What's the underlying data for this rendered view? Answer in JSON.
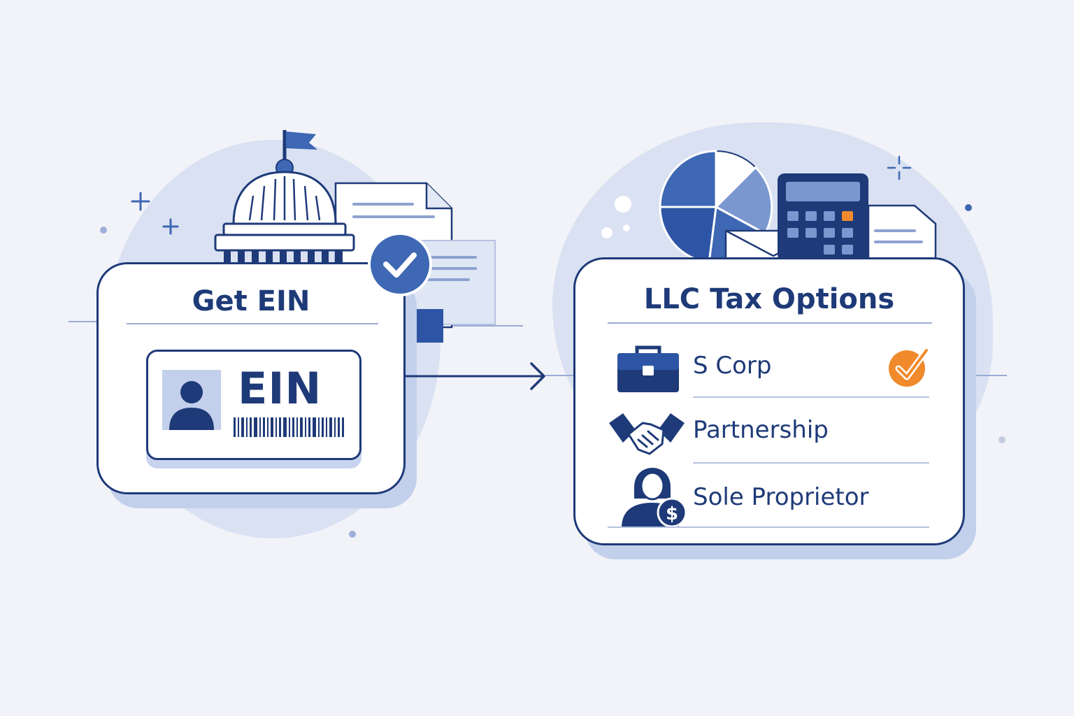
{
  "left_card": {
    "title": "Get EIN",
    "badge_text": "EIN"
  },
  "right_card": {
    "title": "LLC Tax Options",
    "options": [
      {
        "label": "S Corp",
        "icon": "briefcase-icon",
        "selected": true
      },
      {
        "label": "Partnership",
        "icon": "handshake-icon",
        "selected": false
      },
      {
        "label": "Sole Proprietor",
        "icon": "person-dollar-icon",
        "selected": false
      }
    ]
  },
  "colors": {
    "navy": "#1e3a78",
    "accent_blue": "#3e67b4",
    "light_blue": "#c3d0ec",
    "check_orange": "#f08a2c",
    "background": "#f1f3f8"
  }
}
